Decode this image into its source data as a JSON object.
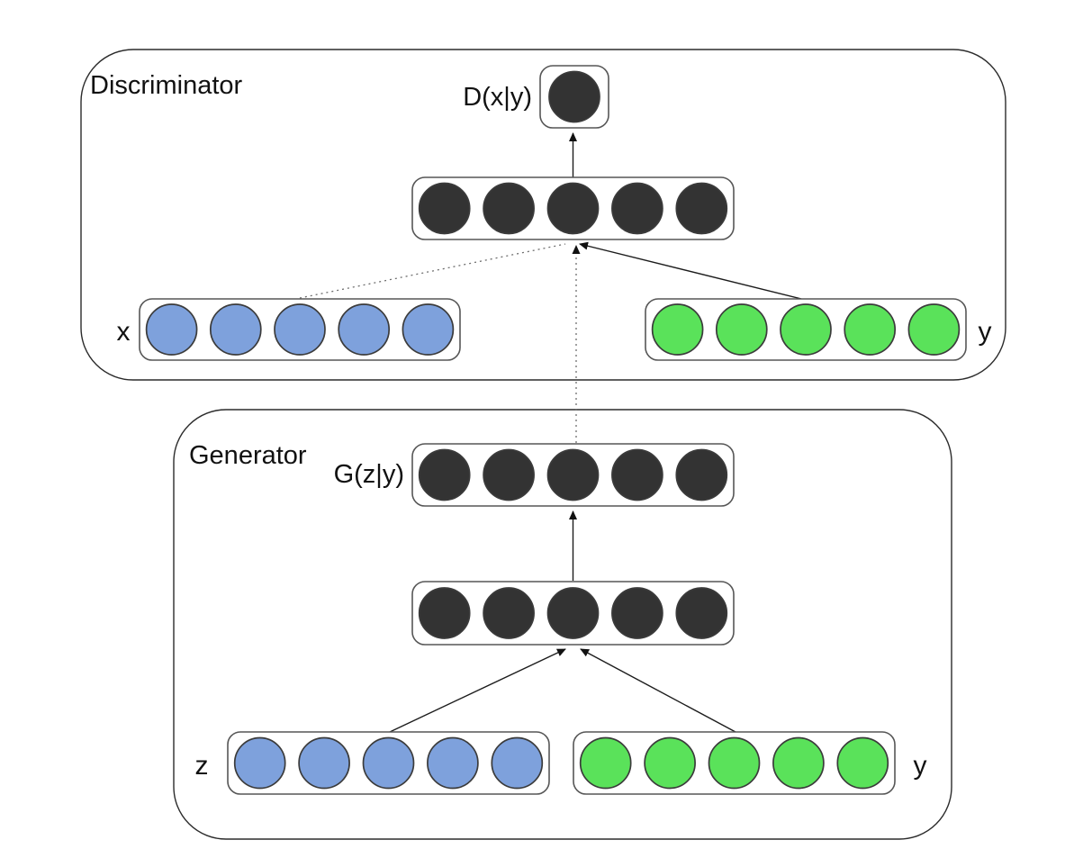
{
  "diagram": {
    "type": "neural-network-architecture",
    "description": "Conditional GAN architecture with Discriminator and Generator blocks"
  },
  "labels": {
    "discriminator_title": "Discriminator",
    "generator_title": "Generator",
    "discriminator_output": "D(x|y)",
    "generator_output": "G(z|y)",
    "x_input": "x",
    "y_input_discriminator": "y",
    "z_input": "z",
    "y_input_generator": "y"
  },
  "colors": {
    "node_dark": "#333333",
    "node_blue": "#7EA1DC",
    "node_green": "#5AE25A",
    "node_stroke": "#3b3b3b",
    "layer_box_stroke": "#565656",
    "outer_box_stroke": "#2b2b2b",
    "wire": "#1c1c1c",
    "wire_dotted": "#6e6e6e",
    "background": "#ffffff"
  },
  "layers": {
    "d_output": {
      "count": 1,
      "color": "node_dark",
      "node_name": "discriminator-output-node"
    },
    "d_hidden": {
      "count": 5,
      "color": "node_dark",
      "node_name": "discriminator-hidden-node"
    },
    "x_input": {
      "count": 5,
      "color": "node_blue",
      "node_name": "x-input-node"
    },
    "y_disc": {
      "count": 5,
      "color": "node_green",
      "node_name": "y-condition-node-discriminator"
    },
    "g_output": {
      "count": 5,
      "color": "node_dark",
      "node_name": "generator-output-node"
    },
    "g_hidden": {
      "count": 5,
      "color": "node_dark",
      "node_name": "generator-hidden-node"
    },
    "z_input": {
      "count": 5,
      "color": "node_blue",
      "node_name": "z-noise-node"
    },
    "y_gen": {
      "count": 5,
      "color": "node_green",
      "node_name": "y-condition-node-generator"
    }
  },
  "connections": [
    {
      "from": "d_hidden",
      "to": "d_output",
      "style": "solid-arrow"
    },
    {
      "from": "x_input",
      "to": "d_hidden",
      "style": "dotted"
    },
    {
      "from": "y_disc",
      "to": "d_hidden",
      "style": "solid-arrow"
    },
    {
      "from": "g_output",
      "to": "d_hidden",
      "style": "dotted-arrow"
    },
    {
      "from": "g_hidden",
      "to": "g_output",
      "style": "solid-arrow"
    },
    {
      "from": "z_input",
      "to": "g_hidden",
      "style": "solid-arrow"
    },
    {
      "from": "y_gen",
      "to": "g_hidden",
      "style": "solid-arrow"
    }
  ]
}
